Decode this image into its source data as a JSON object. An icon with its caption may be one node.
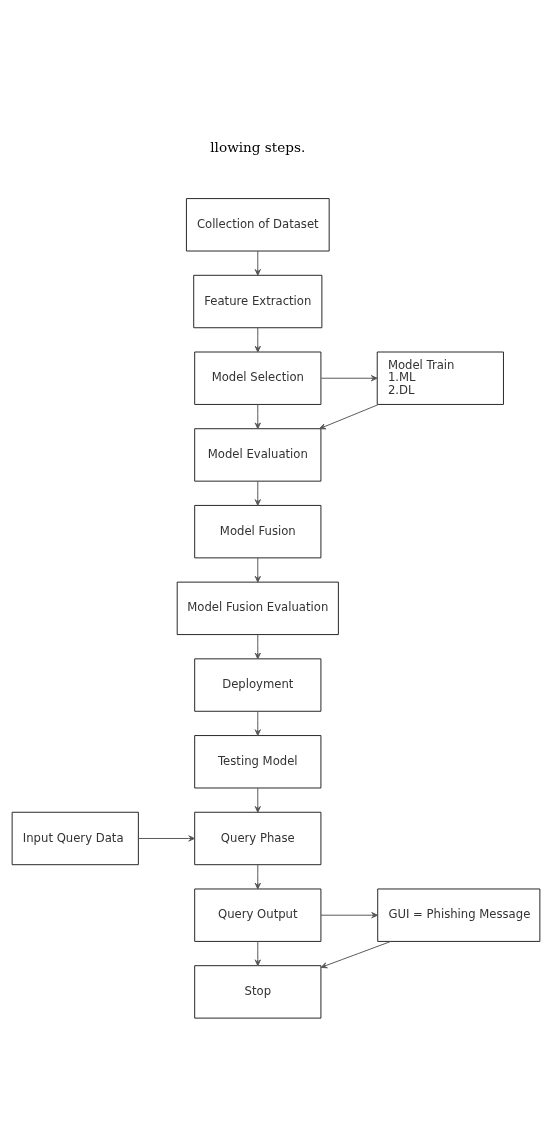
{
  "diagram": {
    "nodes": [
      {
        "text": [
          "Collection of Dataset"
        ]
      },
      {
        "text": [
          "Feature Extraction"
        ]
      },
      {
        "text": [
          "Model Selection"
        ]
      },
      {
        "text": [
          "Model Train",
          "1.ML",
          "2.DL"
        ]
      },
      {
        "text": [
          "Model Evaluation"
        ]
      },
      {
        "text": [
          "Model Fusion"
        ]
      },
      {
        "text": [
          "Model Fusion Evaluation"
        ]
      },
      {
        "text": [
          "Deployment"
        ]
      },
      {
        "text": [
          "Testing Model"
        ]
      },
      {
        "text": [
          "Query Phase"
        ]
      },
      {
        "text": [
          "Input Query Data"
        ]
      },
      {
        "text": [
          "Query Output"
        ]
      },
      {
        "text": [
          "GUI = Phishing Message"
        ]
      },
      {
        "text": [
          "Stop"
        ]
      }
    ],
    "edges": [
      {
        "from": 0,
        "to": 1,
        "arrow": "to"
      },
      {
        "from": 1,
        "to": 2,
        "arrow": "to"
      },
      {
        "from": 2,
        "to": 4,
        "arrow": "to"
      },
      {
        "from": 2,
        "to": 3,
        "arrow": "to"
      },
      {
        "from": 3,
        "to": 4,
        "arrow": "to"
      },
      {
        "from": 4,
        "to": 5,
        "arrow": "to"
      },
      {
        "from": 5,
        "to": 6,
        "arrow": "to"
      },
      {
        "from": 6,
        "to": 7,
        "arrow": "to"
      },
      {
        "from": 7,
        "to": 8,
        "arrow": "to"
      },
      {
        "from": 8,
        "to": 9,
        "arrow": "to"
      },
      {
        "from": 10,
        "to": 9,
        "arrow": "to"
      },
      {
        "from": 9,
        "to": 11,
        "arrow": "to"
      },
      {
        "from": 11,
        "to": 12,
        "arrow": "to"
      },
      {
        "from": 11,
        "to": 13,
        "arrow": "to"
      },
      {
        "from": 12,
        "to": 13,
        "arrow": "to"
      }
    ],
    "labels": [
      "llowing steps."
    ]
  }
}
